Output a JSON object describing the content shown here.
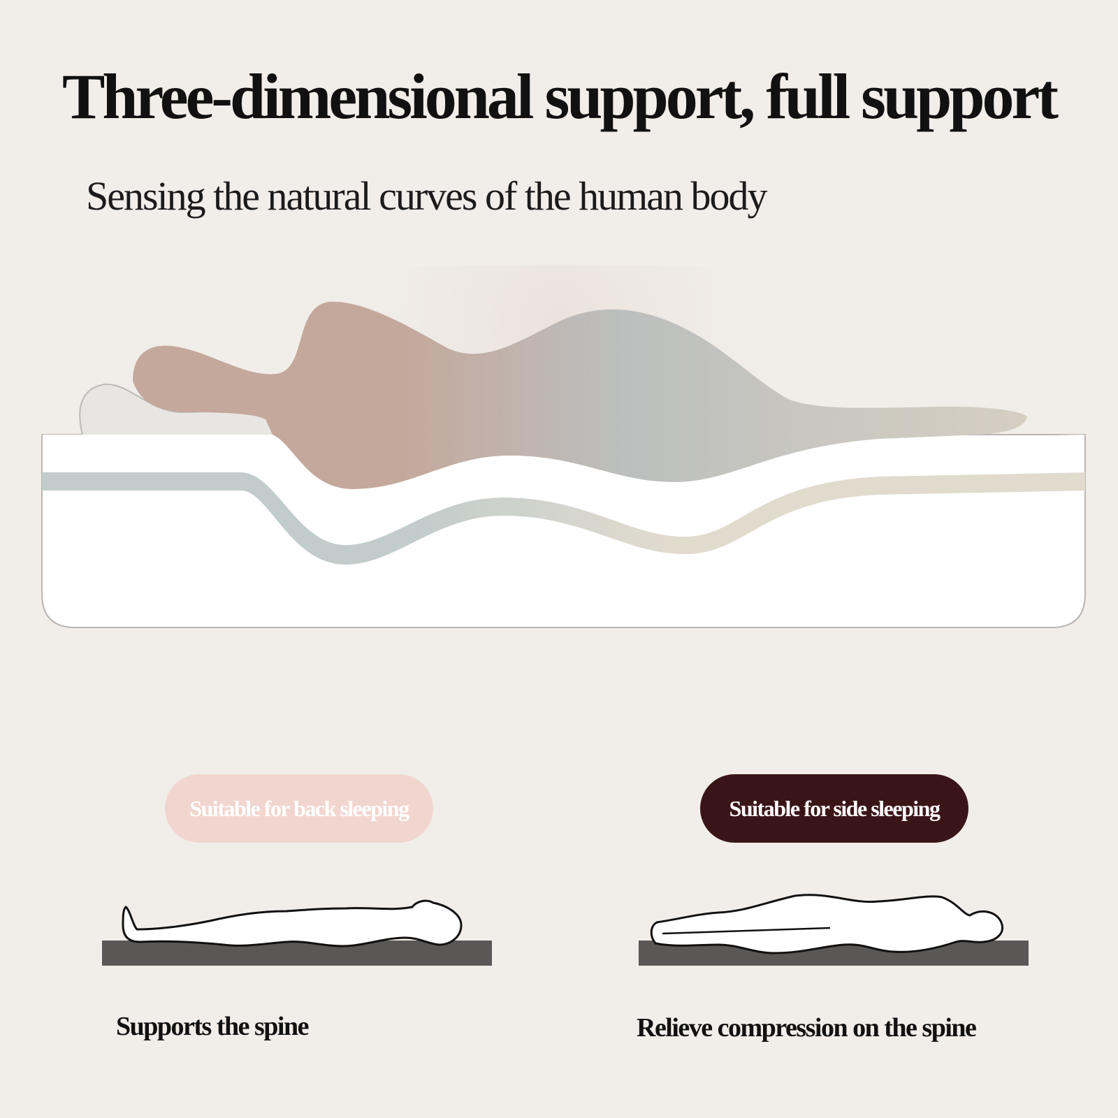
{
  "title": "Three-dimensional support, full support",
  "subtitle": "Sensing the natural curves of the human body",
  "illustration": {
    "icon": "mattress-body-contour-illustration",
    "colors": {
      "body_head": "#c4a89c",
      "body_mid": "#bcbfbe",
      "body_legs": "#d6cfc2",
      "pillow": "#e7e6e3",
      "mattress": "#ffffff",
      "stripe_left": "#c1cccb",
      "stripe_right": "#e1dbce"
    }
  },
  "panels": [
    {
      "badge": "Suitable for back sleeping",
      "badge_bg": "#f1d6cf",
      "badge_fg": "#ffffff",
      "icon": "back-sleeper-outline-icon",
      "caption": "Supports the spine"
    },
    {
      "badge": "Suitable for side sleeping",
      "badge_bg": "#3a1517",
      "badge_fg": "#ffffff",
      "icon": "side-sleeper-outline-icon",
      "caption": "Relieve compression on the spine"
    }
  ],
  "colors": {
    "background": "#f1eee9",
    "text": "#111111",
    "mat": "#5a5856"
  }
}
